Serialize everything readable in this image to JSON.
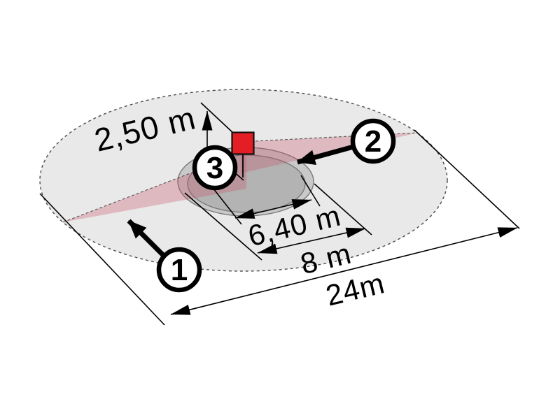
{
  "diagram": {
    "type": "motion-detector-coverage-diagram",
    "dimensions": {
      "mounting_height": "2,50 m",
      "presence_zone_diameter": "6,40 m",
      "inner_zone_diameter": "8 m",
      "outer_zone_diameter": "24m"
    },
    "markers": {
      "badge_1": "1",
      "badge_2": "2",
      "badge_3": "3"
    },
    "colors": {
      "background": "#ffffff",
      "zone_outer_gray": "#e9e9e9",
      "zone_ring_gray": "#c9c9c9",
      "zone_inner_gray": "#b3b3b3",
      "band_pink": "#c85064",
      "sensor_red": "#e31e24",
      "line_black": "#000000"
    }
  }
}
